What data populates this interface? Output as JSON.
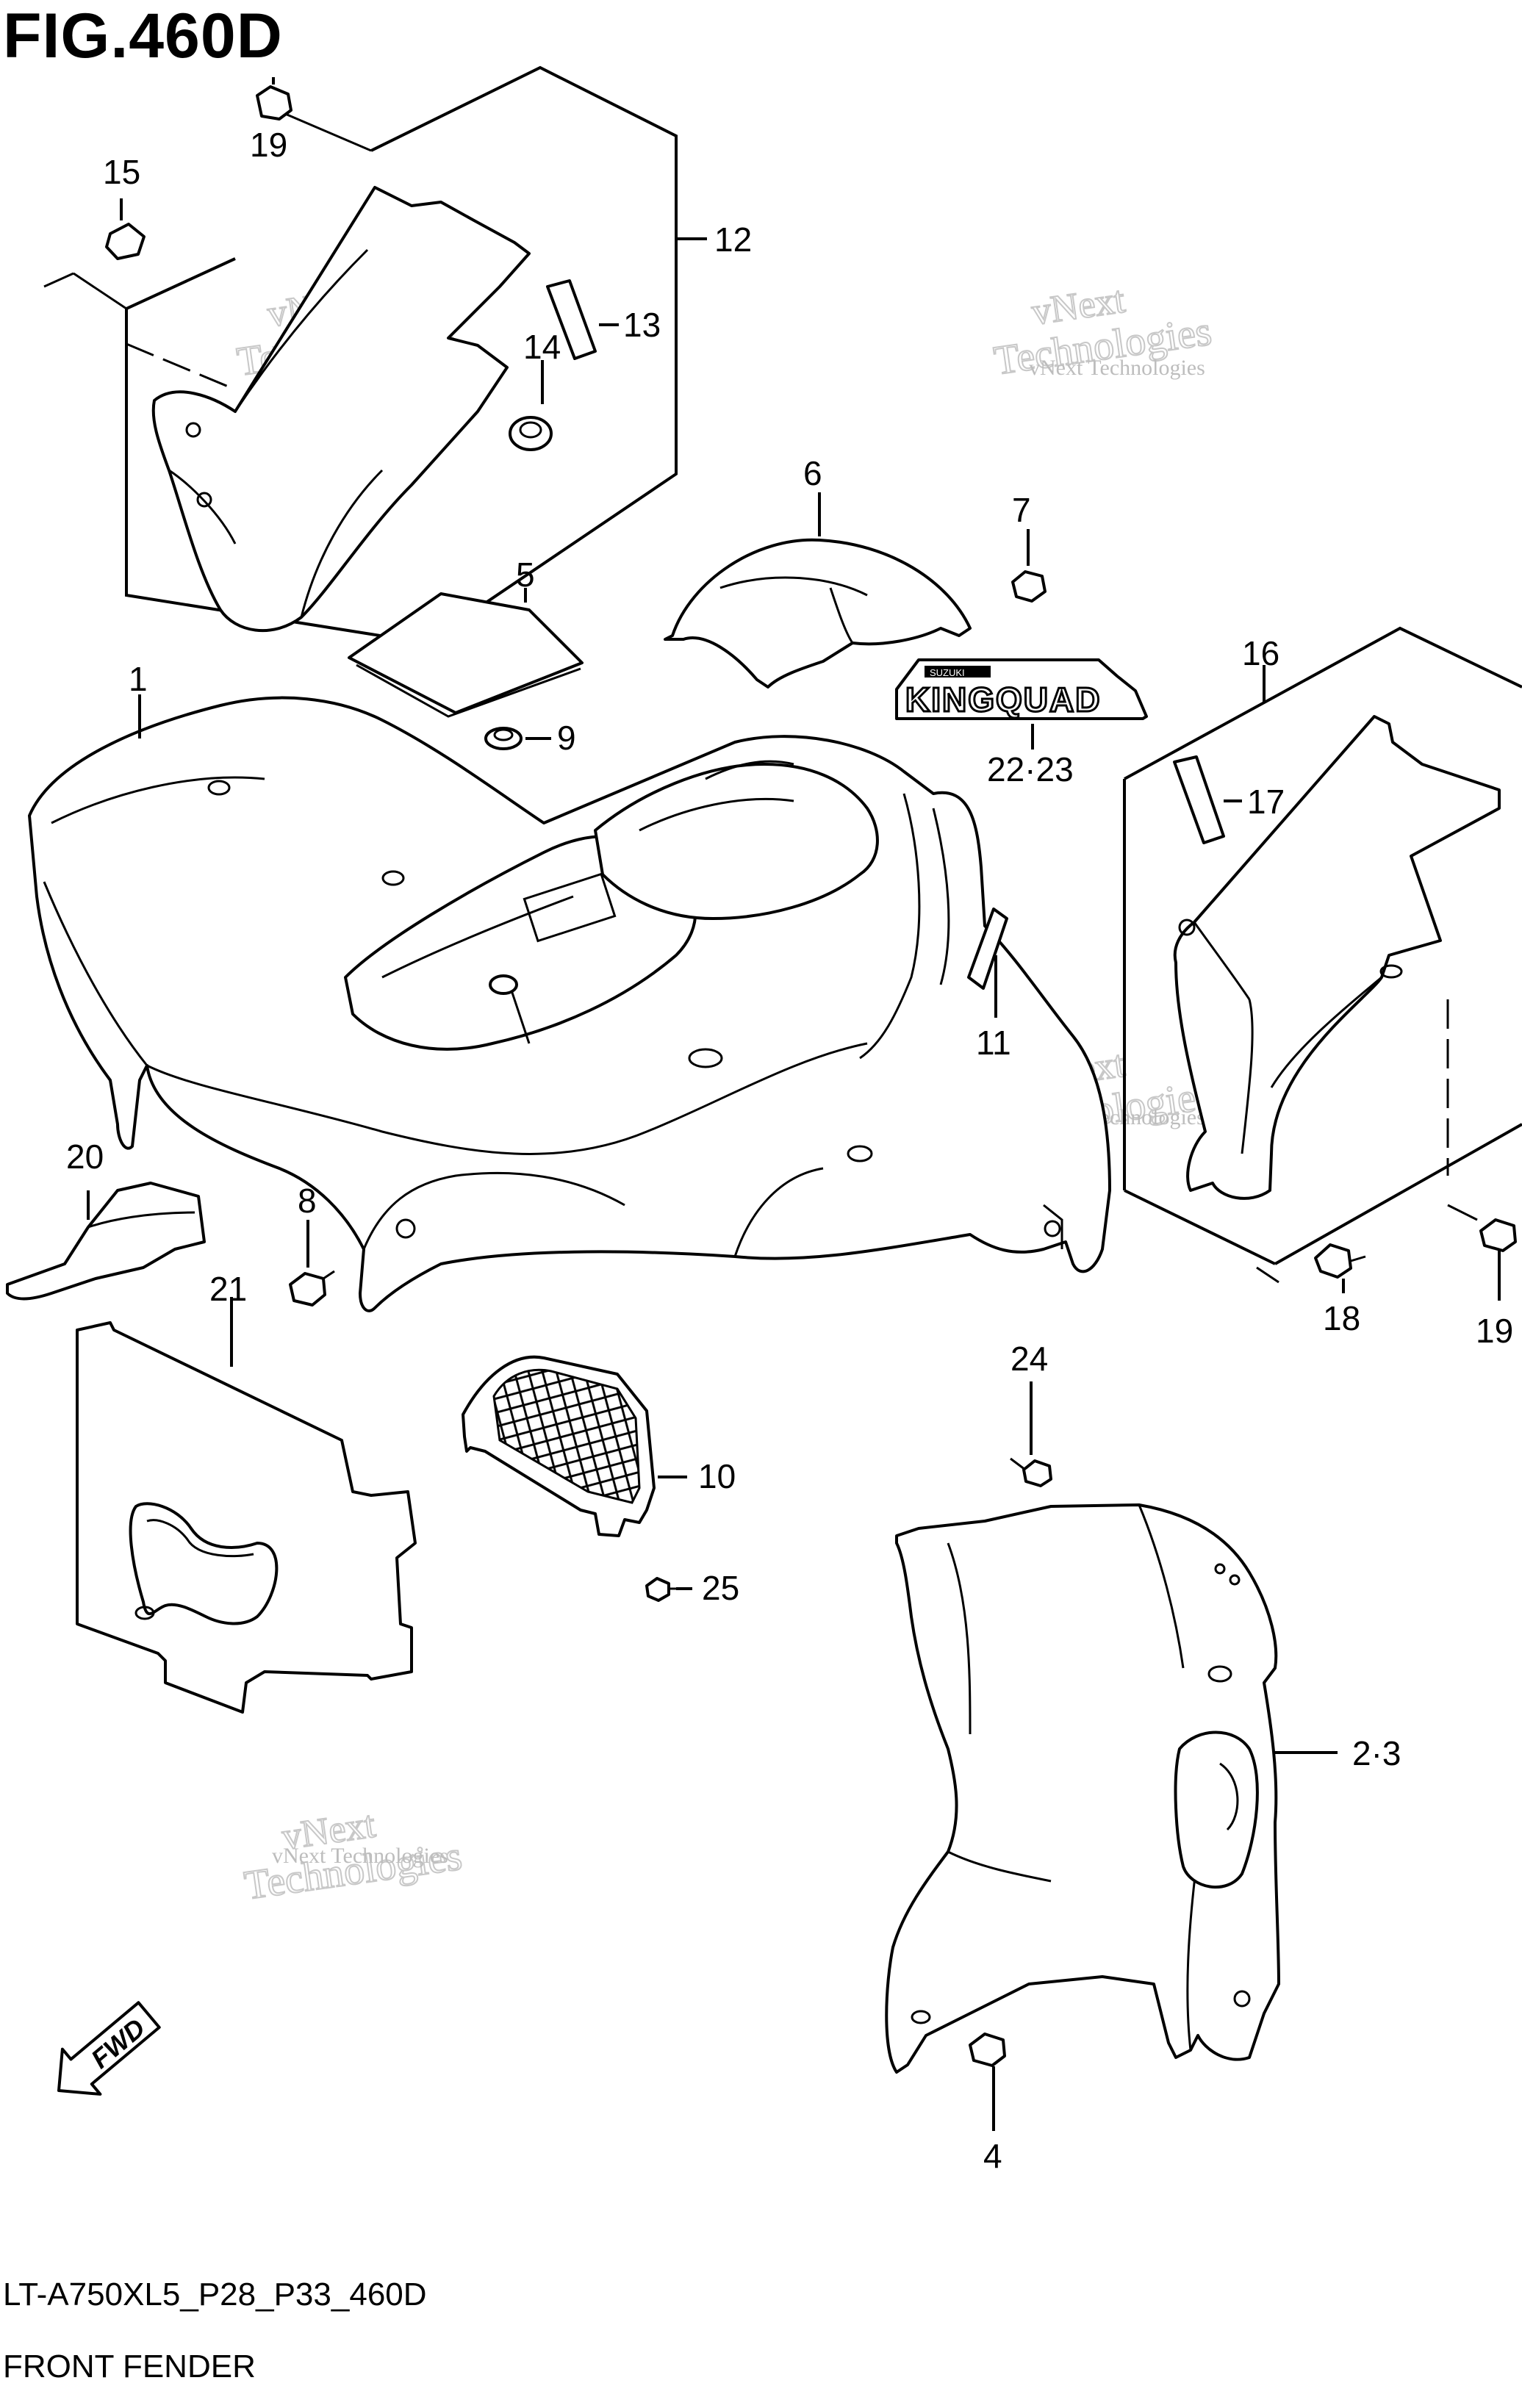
{
  "figure": {
    "title": "FIG.460D",
    "model_code": "LT-A750XL5_P28_P33_460D",
    "section_name": "FRONT FENDER"
  },
  "callouts": {
    "c1": "1",
    "c2_3": "2·3",
    "c4": "4",
    "c5": "5",
    "c6": "6",
    "c7": "7",
    "c8": "8",
    "c9": "9",
    "c10": "10",
    "c11": "11",
    "c12": "12",
    "c13": "13",
    "c14": "14",
    "c15": "15",
    "c16": "16",
    "c17": "17",
    "c18": "18",
    "c19a": "19",
    "c19b": "19",
    "c20": "20",
    "c21": "21",
    "c22_23": "22·23",
    "c24": "24",
    "c25": "25"
  },
  "decal": {
    "brand": "SUZUKI",
    "text": "KINGQUAD"
  },
  "fwd_arrow": {
    "label": "FWD"
  },
  "watermark": {
    "line1": "vNext Technologies",
    "big1": "vNext",
    "big2": "Technologies"
  }
}
